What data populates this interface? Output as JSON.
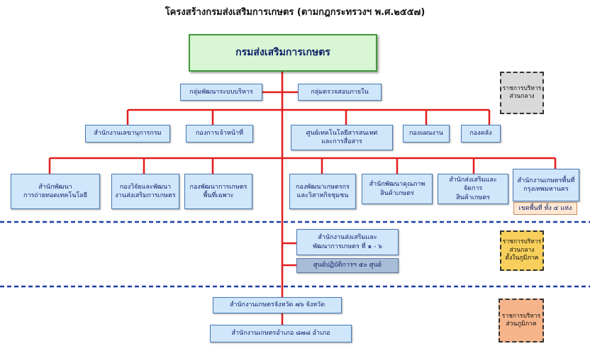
{
  "title": "โครงสร้างกรมส่งเสริมการเกษตร (ตามกฎกระทรวงฯ พ.ศ.๒๕๕๗)",
  "root": "กรมส่งเสริมการเกษตร",
  "staff_units": [
    "กลุ่มพัฒนาระบบบริหาร",
    "กลุ่มตรวจสอบภายใน"
  ],
  "row1": [
    "สำนักงานเลขานุการกรม",
    "กองการเจ้าหน้าที่",
    "ศูนย์เทคโนโลยีสารสนเทศ\nและการสื่อสาร",
    "กองแผนงาน",
    "กองคลัง"
  ],
  "row2": [
    "สำนักพัฒนา\nการถ่ายทอดเทคโนโลยี",
    "กองวิจัยและพัฒนา\nงานส่งเสริมการเกษตร",
    "กองพัฒนาการเกษตร\nพื้นที่เฉพาะ",
    "กองพัฒนาเกษตรกร\nและวิสาหกิจชุมชน",
    "สำนักพัฒนาคุณภาพ\nสินค้าเกษตร",
    "สำนักส่งเสริมและจัดการ\nสินค้าเกษตร",
    "สำนักงานเกษตรพื้นที่\nกรุงเทพมหานคร"
  ],
  "bkk_note": "เขตพื้นที่ ทั้ง ๔ แห่ง",
  "regional": {
    "office": "สำนักงานส่งเสริมและ\nพัฒนาการเกษตร ที่ ๑ - ๖",
    "centers": "ศูนย์ปฏิบัติการฯ ๕๐ ศูนย์"
  },
  "local": {
    "province": "สำนักงานเกษตรจังหวัด ๗๖ จังหวัด",
    "district": "สำนักงานเกษตรอำเภอ ๘๗๘ อำเภอ"
  },
  "legend": {
    "central": "ราชการบริหาร\nส่วนกลาง",
    "regional": "ราชการบริหาร\nส่วนกลาง\nตั้งในภูมิภาค",
    "local": "ราชการบริหาร\nส่วนภูมิภาค"
  },
  "colors": {
    "connector": "#e21d1d",
    "divider": "#1f3fa8",
    "box_fill": "#cfe6fb",
    "root_fill": "#d8f6d4",
    "root_border": "#3f9a3a"
  }
}
